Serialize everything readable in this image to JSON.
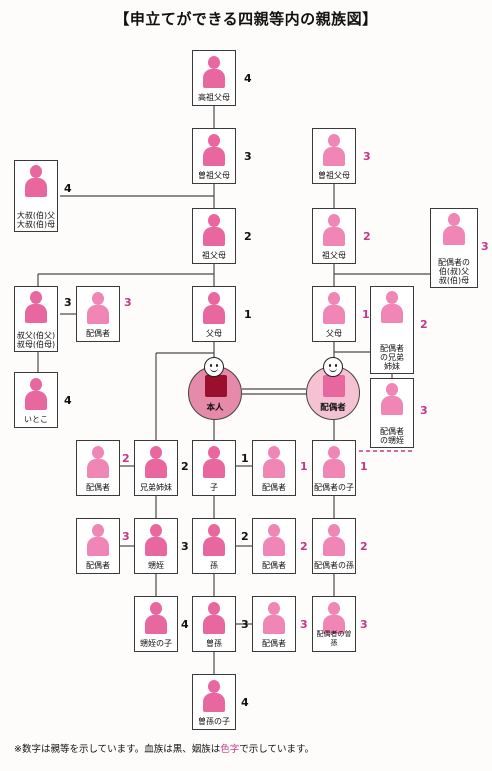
{
  "title": "【申立てができる四親等内の親族図】",
  "people": {
    "great_great_grandparents": {
      "label": "高祖父母",
      "degree": "4"
    },
    "great_grandparents": {
      "label": "曽祖父母",
      "degree": "3"
    },
    "spouse_great_grandparents": {
      "label": "曽祖父母",
      "degree": "3"
    },
    "great_uncle_aunt": {
      "label": "大叔(伯)父\n大叔(伯)母",
      "degree": "4"
    },
    "grandparents": {
      "label": "祖父母",
      "degree": "2"
    },
    "spouse_grandparents": {
      "label": "祖父母",
      "degree": "2"
    },
    "spouse_uncle_aunt": {
      "label": "配偶者の\n伯(叔)父\n叔(伯)母",
      "degree": "3"
    },
    "uncle_aunt": {
      "label": "叔父(伯父)\n叔母(伯母)",
      "degree": "3"
    },
    "uncle_aunt_spouse": {
      "label": "配偶者",
      "degree": "3"
    },
    "parents": {
      "label": "父母",
      "degree": "1"
    },
    "spouse_parents": {
      "label": "父母",
      "degree": "1"
    },
    "spouse_siblings": {
      "label": "配偶者\nの兄弟\n姉妹",
      "degree": "2"
    },
    "cousin": {
      "label": "いとこ",
      "degree": "4"
    },
    "spouse_nephew_niece": {
      "label": "配偶者\nの甥姪",
      "degree": "3"
    },
    "sibling_spouse": {
      "label": "配偶者",
      "degree": "2"
    },
    "siblings": {
      "label": "兄弟姉妹",
      "degree": "2"
    },
    "child": {
      "label": "子",
      "degree": "1"
    },
    "child_spouse": {
      "label": "配偶者",
      "degree": "1"
    },
    "spouse_child": {
      "label": "配偶者の子",
      "degree": "1"
    },
    "nephew_spouse": {
      "label": "配偶者",
      "degree": "3"
    },
    "nephew_niece": {
      "label": "甥姪",
      "degree": "3"
    },
    "grandchild": {
      "label": "孫",
      "degree": "2"
    },
    "grandchild_spouse": {
      "label": "配偶者",
      "degree": "2"
    },
    "spouse_grandchild": {
      "label": "配偶者の孫",
      "degree": "2"
    },
    "nephew_child": {
      "label": "甥姪の子",
      "degree": "4"
    },
    "great_grandchild": {
      "label": "曽孫",
      "degree": "3"
    },
    "great_grandchild_spouse": {
      "label": "配偶者",
      "degree": "3"
    },
    "spouse_great_grandchild": {
      "label": "配偶者の曽孫",
      "degree": "3"
    },
    "great_grandchild_child": {
      "label": "曽孫の子",
      "degree": "4"
    }
  },
  "self": {
    "label": "本人"
  },
  "spouse": {
    "label": "配偶者"
  },
  "note": {
    "part1": "※数字は親等を示しています。血族は黒、姻族は",
    "colored_word": "色字",
    "part2": "で示しています。"
  },
  "colors": {
    "blood_figure": "#e9679f",
    "affinity_figure": "#ef86b6",
    "degree_affinity": "#c2388a",
    "self_circle": "#e58aa8",
    "spouse_circle": "#f4c2d2",
    "center_square": "#9b0f2e"
  }
}
